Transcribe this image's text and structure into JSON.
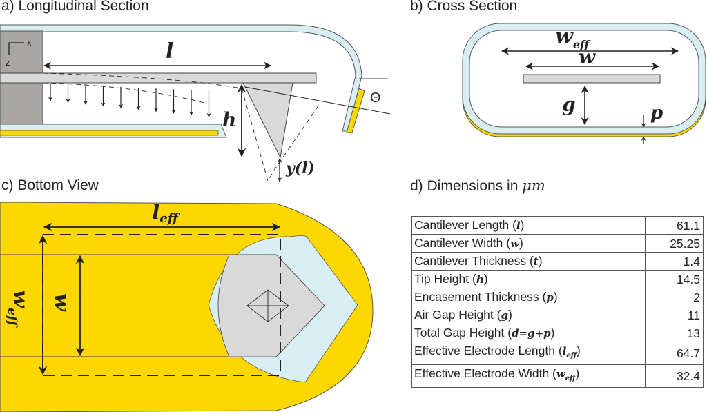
{
  "panels": {
    "a": {
      "title": "a) Longitudinal Section",
      "labels": {
        "l": "l",
        "h": "h",
        "y": "y(l)",
        "theta": "Θ",
        "axis_x": "x",
        "axis_z": "z"
      }
    },
    "b": {
      "title": "b) Cross Section",
      "labels": {
        "w_eff": "w",
        "w_eff_sub": "eff",
        "w": "w",
        "g": "g",
        "p": "p"
      }
    },
    "c": {
      "title": "c) Bottom View",
      "labels": {
        "l_eff": "l",
        "l_eff_sub": "eff",
        "w_eff": "w",
        "w_eff_sub": "eff",
        "w": "w"
      }
    },
    "d": {
      "title_prefix": "d) Dimensions in ",
      "title_unit": "μm",
      "rows": [
        {
          "label": "Cantilever Length (",
          "symbol": "l",
          "sub": "",
          "suffix": ")",
          "value": "61.1"
        },
        {
          "label": "Cantilever Width (",
          "symbol": "w",
          "sub": "",
          "suffix": ")",
          "value": "25.25"
        },
        {
          "label": "Cantilever Thickness (",
          "symbol": "t",
          "sub": "",
          "suffix": ")",
          "value": "1.4"
        },
        {
          "label": "Tip Height (",
          "symbol": "h",
          "sub": "",
          "suffix": ")",
          "value": "14.5"
        },
        {
          "label": "Encasement Thickness (",
          "symbol": "p",
          "sub": "",
          "suffix": ")",
          "value": "2"
        },
        {
          "label": "Air Gap Height (",
          "symbol": "g",
          "sub": "",
          "suffix": ")",
          "value": "11"
        },
        {
          "label": "Total Gap Height (",
          "symbol": "d=g+p",
          "sub": "",
          "suffix": ")",
          "value": "13"
        },
        {
          "label": "Effective Electrode Length (",
          "symbol": "l",
          "sub": "eff",
          "suffix": ")",
          "value": "64.7"
        },
        {
          "label": "Effective Electrode Width (",
          "symbol": "w",
          "sub": "eff",
          "suffix": ")",
          "value": "32.4"
        }
      ]
    }
  },
  "colors": {
    "electrode_yellow": "#fcd800",
    "encasement_blue": "#d9eef2",
    "cantilever_gray": "#d9d9d9",
    "anchor_gray": "#a8a6a3",
    "line": "#222222"
  }
}
